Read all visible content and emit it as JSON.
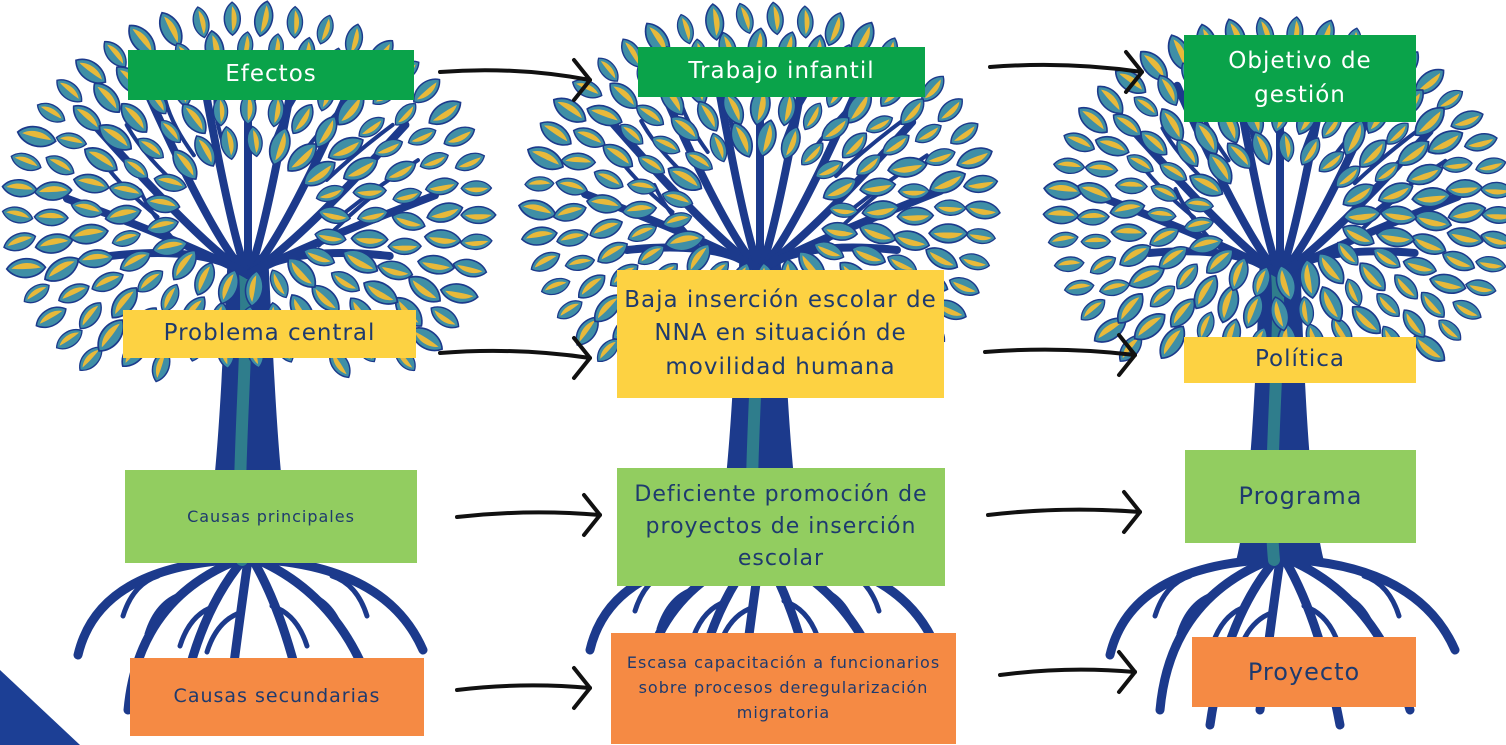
{
  "colors": {
    "leaf_blue": "#3f8fa6",
    "leaf_gold": "#e8b93a",
    "branch_navy": "#1c3a8c",
    "trunk_teal": "#2f7d8c",
    "effects_green": "#0aa34a",
    "problem_yellow": "#fdd242",
    "causes_green": "#92cd60",
    "secondary_orange": "#f58a44",
    "text_navy": "#1e3a6e",
    "arrow": "#111111",
    "corner_navy": "#1c3f95"
  },
  "labels": {
    "effects": "Efectos",
    "problem": "Problema central",
    "main_causes": "Causas principales",
    "secondary_causes": "Causas secundarias"
  },
  "analysis": {
    "effect": "Trabajo infantil",
    "problem": "Baja inserción escolar de NNA en situación de movilidad humana",
    "main_cause": "Deficiente promoción de proyectos de inserción escolar",
    "secondary_cause": "Escasa capacitación a funcionarios sobre procesos deregularización migratoria"
  },
  "management": {
    "objective": "Objetivo de gestión",
    "policy": "Política",
    "program": "Programa",
    "project": "Proyecto"
  }
}
